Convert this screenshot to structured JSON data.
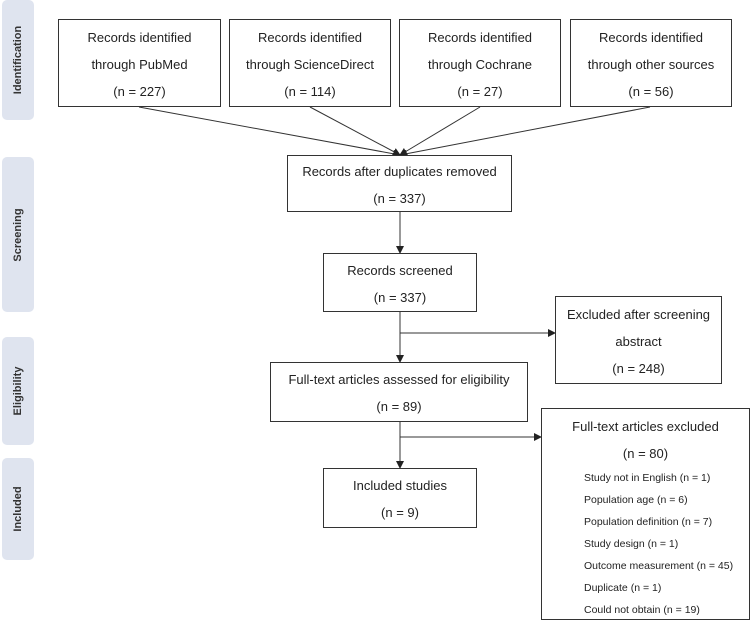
{
  "phases": [
    "Identification",
    "Screening",
    "Eligibility",
    "Included"
  ],
  "sources": [
    {
      "line1": "Records identified",
      "line2": "through PubMed",
      "count": "(n = 227)"
    },
    {
      "line1": "Records identified",
      "line2": "through ScienceDirect",
      "count": "(n = 114)"
    },
    {
      "line1": "Records identified",
      "line2": "through Cochrane",
      "count": "(n = 27)"
    },
    {
      "line1": "Records identified",
      "line2": "through other sources",
      "count": "(n = 56)"
    }
  ],
  "duplicates": {
    "label": "Records after duplicates removed",
    "count": "(n = 337)"
  },
  "screened": {
    "label": "Records screened",
    "count": "(n = 337)"
  },
  "excluded_abstract": {
    "line1": "Excluded after screening",
    "line2": "abstract",
    "count": "(n = 248)"
  },
  "fulltext": {
    "label": "Full-text articles assessed for eligibility",
    "count": "(n = 89)"
  },
  "fulltext_excluded": {
    "label": "Full-text articles excluded",
    "count": "(n = 80)",
    "reasons": [
      "Study not in English (n = 1)",
      "Population age (n = 6)",
      "Population definition (n = 7)",
      "Study design (n = 1)",
      "Outcome measurement (n = 45)",
      "Duplicate (n = 1)",
      "Could not obtain (n = 19)"
    ]
  },
  "included": {
    "label": "Included studies",
    "count": "(n = 9)"
  }
}
